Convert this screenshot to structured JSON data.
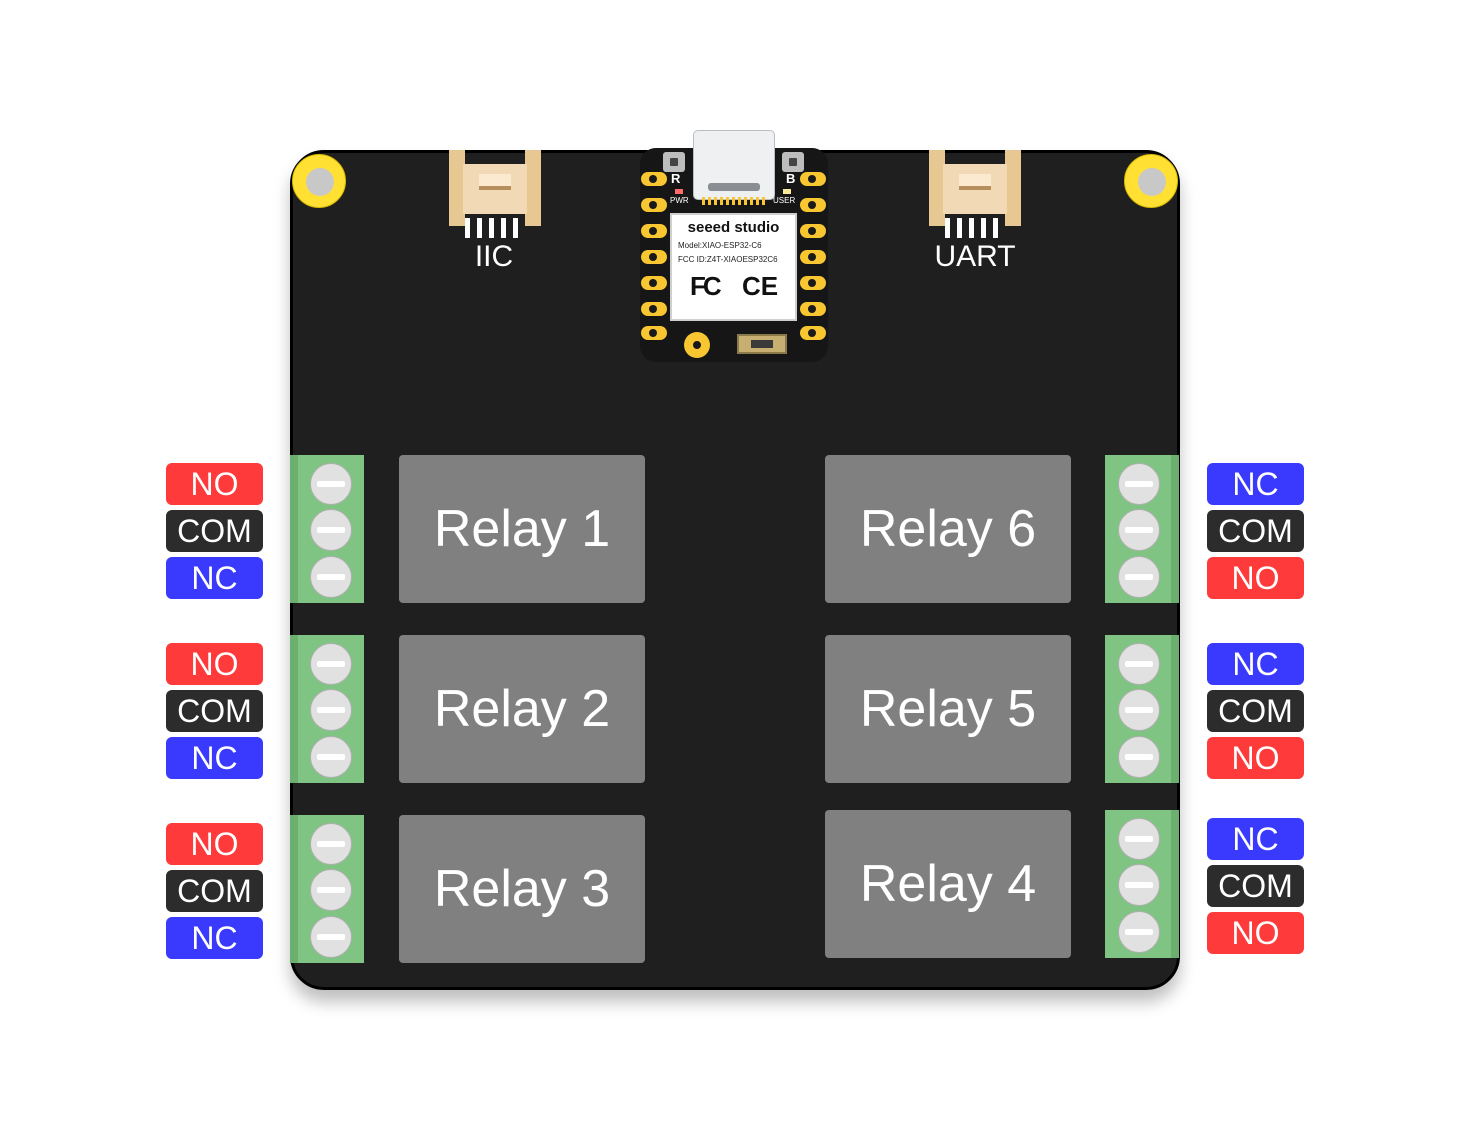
{
  "module": {
    "brand": "seeed studio",
    "model": "Model:XIAO-ESP32-C6",
    "fcc_id": "FCC ID:Z4T-XIAOESP32C6",
    "fc_mark": "FC",
    "ce_mark": "CE",
    "reset_letter": "R",
    "boot_letter": "B",
    "pwr_label": "PWR",
    "user_label": "USER"
  },
  "connectors": {
    "iic": "IIC",
    "uart": "UART"
  },
  "relays": [
    "Relay 1",
    "Relay 2",
    "Relay 3",
    "Relay 4",
    "Relay 5",
    "Relay 6"
  ],
  "terminal_labels": {
    "left": [
      [
        "NO",
        "COM",
        "NC"
      ],
      [
        "NO",
        "COM",
        "NC"
      ],
      [
        "NO",
        "COM",
        "NC"
      ]
    ],
    "right": [
      [
        "NC",
        "COM",
        "NO"
      ],
      [
        "NC",
        "COM",
        "NO"
      ],
      [
        "NC",
        "COM",
        "NO"
      ]
    ]
  },
  "colors": {
    "no": "#ff3a3a",
    "com": "#2c2c2c",
    "nc": "#3a3aff",
    "board": "#1f1f1f",
    "terminal": "#7fc482",
    "relay": "#808080",
    "mount_hole": "#ffe033"
  }
}
